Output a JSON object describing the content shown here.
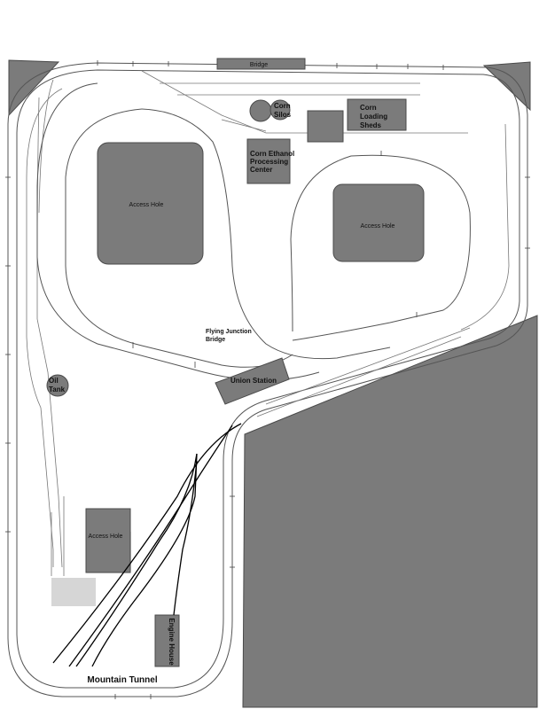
{
  "labels": {
    "bridge": "Bridge",
    "corn_silos": [
      "Corn",
      "Silos"
    ],
    "corn_loading_sheds": [
      "Corn",
      "Loading",
      "Sheds"
    ],
    "corn_ethanol": [
      "Corn Ethanol",
      "Processing",
      "Center"
    ],
    "access_hole_left": "Access Hole",
    "access_hole_right": "Access Hole",
    "access_hole_lower": "Access Hole",
    "flying_junction": [
      "Flying Junction",
      "Bridge"
    ],
    "union_station": "Union Station",
    "oil_tank": [
      "Oil",
      "Tank"
    ],
    "engine_house": "Engine House",
    "mountain_tunnel": "Mountain Tunnel"
  },
  "colors": {
    "block": "#7b7b7b",
    "track": "#555555",
    "mountain": "#000000"
  }
}
